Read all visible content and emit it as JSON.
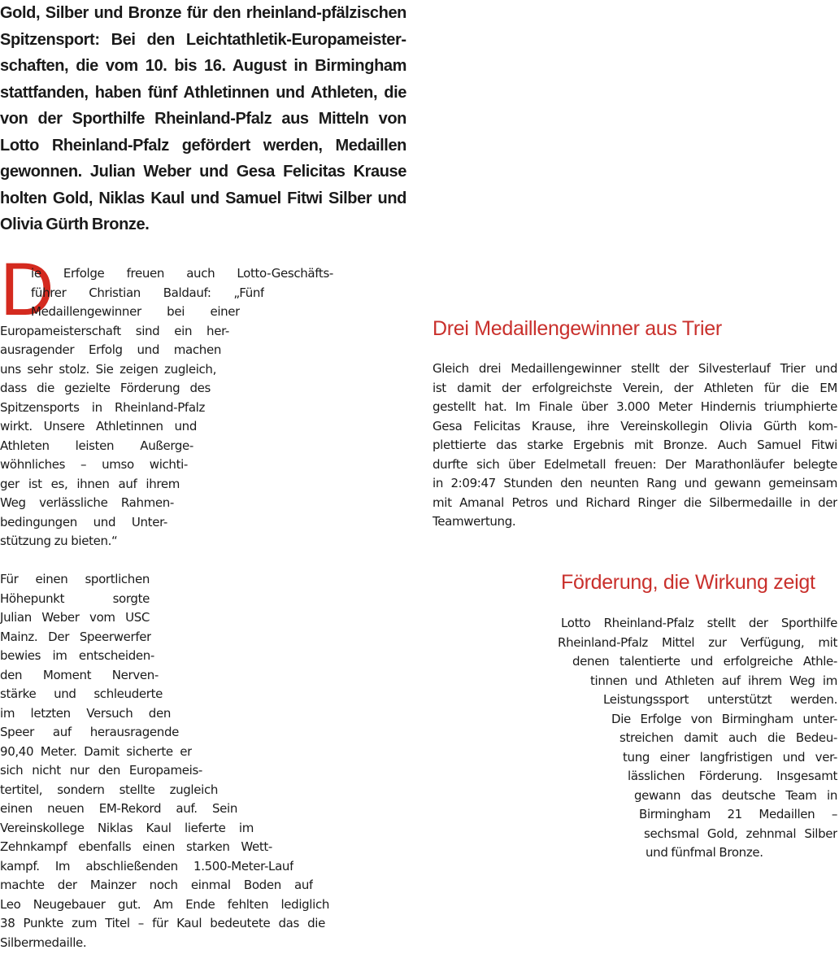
{
  "lead": "Gold, Silber und Bronze für den rheinland-pfälzischen Spitzensport: Bei den Leichtathletik-Europameister­schaften, die vom 10. bis 16. August in Birmingham stattfanden, haben fünf Athletinnen und Athleten, die von der Sporthilfe Rheinland-Pfalz aus Mitteln von Lotto Rheinland-Pfalz gefördert werden, Medaillen gewonnen. Julian Weber und Gesa Felicitas Krause holten Gold, Nik­las Kaul und Samuel Fitwi Silber und Olivia Gürth Bronze.",
  "quote": {
    "dropcap": "D",
    "lines": [
      "ie Erfolge freuen auch Lotto-Geschäfts-",
      "führer Christian Baldauf: „Fünf",
      "Medaillengewinner bei einer",
      "Europameisterschaft sind ein her-",
      "ausragender Erfolg und machen",
      "uns sehr stolz. Sie zeigen zugleich,",
      "dass die gezielte Förderung des",
      "Spitzensports in Rheinland-Pfalz",
      "wirkt. Unsere Athletinnen und",
      "Athleten leisten Außerge-",
      "wöhnliches – umso wichti-",
      "ger ist es, ihnen auf ihrem",
      "Weg verlässliche Rahmen-",
      "bedingungen und Unter-",
      "stützung zu bieten.“"
    ]
  },
  "weber": {
    "lines": [
      "Für einen sportlichen",
      "Höhepunkt sorgte",
      "Julian Weber vom USC",
      "Mainz. Der Speerwerfer",
      "bewies im entscheiden-",
      "den Moment Nerven-",
      "stärke und schleuderte",
      "im letzten Versuch den",
      "Speer auf herausragende",
      "90,40 Meter. Damit sicherte er",
      "sich nicht nur den Europameis-",
      "tertitel, sondern stellte zugleich",
      "einen neuen EM-Rekord auf. Sein",
      "Vereinskollege Niklas Kaul lieferte im",
      "Zehnkampf ebenfalls einen starken Wett-",
      "kampf. Im abschließenden 1.500-Meter-Lauf",
      "machte der Mainzer noch einmal Boden auf",
      "Leo Neugebauer gut. Am Ende fehlten lediglich",
      "38 Punkte zum Titel – für Kaul bedeutete das die",
      "Silbermedaille."
    ]
  },
  "trier": {
    "heading": "Drei Medaillengewinner aus Trier",
    "lines": [
      "Gleich drei Medaillengewinner stellt der Silvesterlauf Trier und",
      "ist damit der erfolgreichste Verein, der Athleten für die EM",
      "gestellt hat. Im Finale über 3.000 Meter Hindernis triumphierte",
      "Gesa Felicitas Krause, ihre Vereinskollegin Olivia Gürth kom-",
      "plettierte das starke Ergebnis mit Bronze. Auch Samuel Fitwi",
      "durfte sich über Edelmetall freuen: Der Marathonläufer belegte",
      "in 2:09:47 Stunden den neunten Rang und gewann gemeinsam",
      "mit Amanal Petros und Richard Ringer die Silbermedaille in der",
      "Teamwertung."
    ]
  },
  "foerderung": {
    "heading": "Förderung, die Wirkung zeigt",
    "lines": [
      "Lotto Rheinland-Pfalz stellt der Sporthilfe",
      "Rheinland-Pfalz Mittel zur Verfügung, mit",
      "denen talentierte und erfolgreiche Athle-",
      "tinnen und Athleten auf ihrem Weg im",
      "Leistungssport unterstützt werden.",
      "Die Erfolge von Birmingham unter-",
      "streichen damit auch die Bedeu-",
      "tung einer langfristigen und ver-",
      "lässlichen Förderung. Insgesamt",
      "gewann das deutsche Team in",
      "Birmingham 21 Medaillen –",
      "sechsmal Gold, zehnmal Silber",
      "und fünfmal Bronze."
    ]
  },
  "colors": {
    "accent": "#d42a1f",
    "heading": "#c9302c",
    "text": "#1a1a1a"
  }
}
